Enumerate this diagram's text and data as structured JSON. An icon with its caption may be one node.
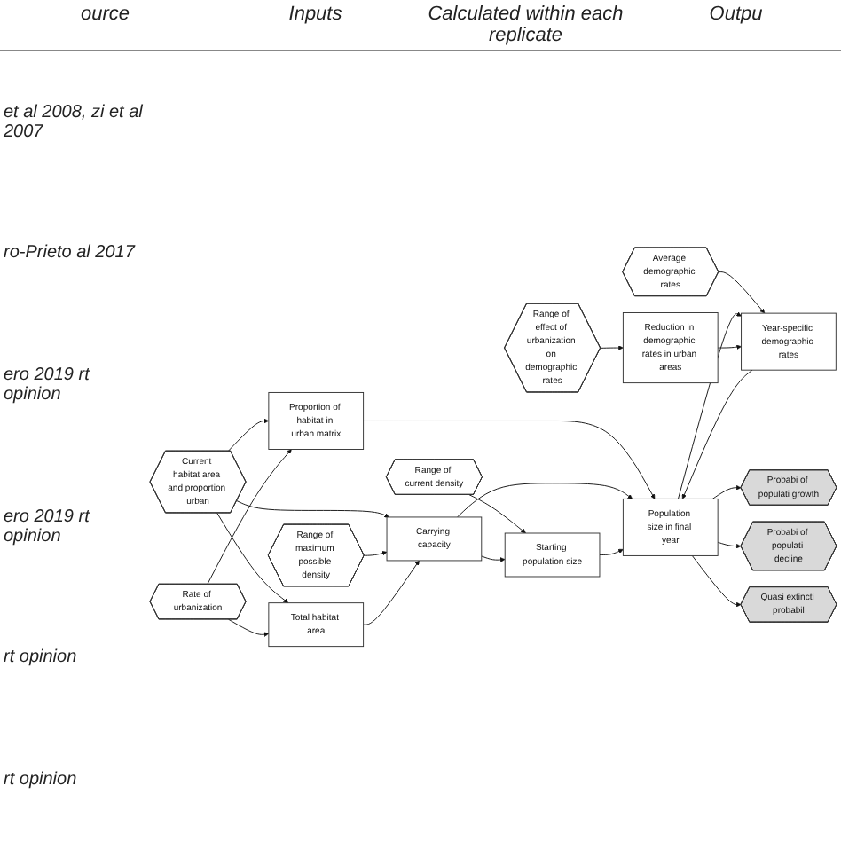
{
  "diagram": {
    "nodes": [
      {
        "text": [
          "Current habitat area and proportion urban"
        ]
      },
      {
        "text": [
          "Rate of urbanization"
        ]
      },
      {
        "text": [
          "Range of maximum possible density"
        ]
      },
      {
        "text": [
          "Range of current density"
        ]
      },
      {
        "text": [
          "Average demographic rates"
        ]
      },
      {
        "text": [
          "Range of effect of urbanization on demographic rates"
        ]
      },
      {
        "text": [
          "Proportion of habitat in urban matrix"
        ]
      },
      {
        "text": [
          "Total habitat area"
        ]
      },
      {
        "text": [
          "Carrying capacity"
        ]
      },
      {
        "text": [
          "Starting population size"
        ]
      },
      {
        "text": [
          "Population size in final year"
        ]
      },
      {
        "text": [
          "Year-specific demographic rates"
        ]
      },
      {
        "text": [
          "Reduction in demographic rates in urban areas"
        ]
      },
      {
        "text": [
          "Probabi of populati growth"
        ]
      },
      {
        "text": [
          "Probabi of populati decline"
        ]
      },
      {
        "text": [
          "Quasi extincti probabil"
        ]
      }
    ],
    "edges": [
      {
        "from": 0,
        "to": 6,
        "arrow": "to"
      },
      {
        "from": 0,
        "to": 7,
        "arrow": "to"
      },
      {
        "from": 0,
        "to": 8,
        "arrow": "to"
      },
      {
        "from": 1,
        "to": 6,
        "arrow": "to"
      },
      {
        "from": 1,
        "to": 7,
        "arrow": "to"
      },
      {
        "from": 2,
        "to": 8,
        "arrow": "to"
      },
      {
        "from": 3,
        "to": 9,
        "arrow": "to"
      },
      {
        "from": 4,
        "to": 11,
        "arrow": "to"
      },
      {
        "from": 5,
        "to": 12,
        "arrow": "to"
      },
      {
        "from": 6,
        "to": 10,
        "arrow": "to"
      },
      {
        "from": 7,
        "to": 8,
        "arrow": "to"
      },
      {
        "from": 8,
        "to": 10,
        "arrow": "to"
      },
      {
        "from": 8,
        "to": 9,
        "arrow": "to"
      },
      {
        "from": 9,
        "to": 10,
        "arrow": "to"
      },
      {
        "from": 10,
        "to": 11,
        "arrow": "to"
      },
      {
        "from": 11,
        "to": 10,
        "arrow": "to"
      },
      {
        "from": 12,
        "to": 11,
        "arrow": "to"
      },
      {
        "from": 10,
        "to": 13,
        "arrow": "to"
      },
      {
        "from": 10,
        "to": 14,
        "arrow": "to"
      },
      {
        "from": 10,
        "to": 15,
        "arrow": "to"
      }
    ],
    "labels": [
      "ource",
      "Inputs",
      "Calculated within each replicate",
      "Outpu",
      "et al 2008, zi et al 2007",
      "ro-Prieto al 2017",
      "ero 2019 rt opinion",
      "ero 2019 rt opinion",
      "rt opinion",
      "rt opinion"
    ]
  }
}
